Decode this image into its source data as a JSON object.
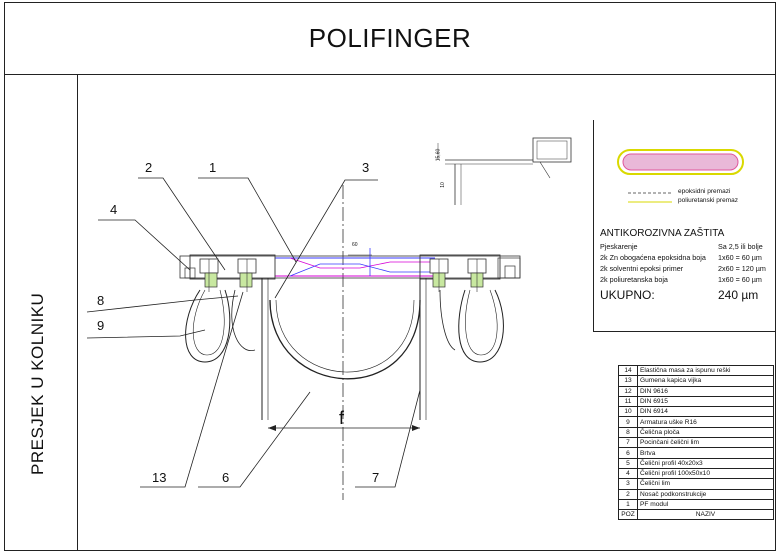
{
  "title": "POLIFINGER",
  "side_label": "PRESJEK U KOLNIKU",
  "callouts": [
    "1",
    "2",
    "3",
    "4",
    "6",
    "7",
    "8",
    "9",
    "13"
  ],
  "span_label": "f",
  "dims": {
    "d60": "60",
    "d10": "10",
    "d1560": "15,60",
    "d10b": "10"
  },
  "legend": {
    "epoxy": "epoksidni premazi",
    "polyurethane": "poliuretanski premaz",
    "colors": {
      "outer": "#d9d900",
      "inner": "#e0569a",
      "section_fill": "#e9b8d8",
      "magenta_line": "#d600d6",
      "blue_line": "#3a3aff"
    }
  },
  "anticorrosion": {
    "title": "ANTIKOROZIVNA ZAŠTITA",
    "rows": [
      {
        "label": "Pjeskarenje",
        "value": "Sa 2,5 ili bolje"
      },
      {
        "label": "2k Zn obogaćena epoksidna boja",
        "value": "1x60 = 60 µm"
      },
      {
        "label": "2k solventni epoksi primer",
        "value": "2x60 = 120 µm"
      },
      {
        "label": "2k poliuretanska boja",
        "value": "1x60 = 60 µm"
      }
    ],
    "total_label": "UKUPNO:",
    "total_value": "240 µm"
  },
  "parts": [
    {
      "poz": "14",
      "name": "Elastična masa za ispunu reški"
    },
    {
      "poz": "13",
      "name": "Gumena kapica vijka"
    },
    {
      "poz": "12",
      "name": "DIN 9616"
    },
    {
      "poz": "11",
      "name": "DIN 6915"
    },
    {
      "poz": "10",
      "name": "DIN 6914"
    },
    {
      "poz": "9",
      "name": "Armatura uške R16"
    },
    {
      "poz": "8",
      "name": "Čelična ploča"
    },
    {
      "poz": "7",
      "name": "Pocinčani čelični lim"
    },
    {
      "poz": "6",
      "name": "Brtva"
    },
    {
      "poz": "5",
      "name": "Čelični profil 40x20x3"
    },
    {
      "poz": "4",
      "name": "Čelični profil 100x50x10"
    },
    {
      "poz": "3",
      "name": "Čelični lim"
    },
    {
      "poz": "2",
      "name": "Nosač podkonstrukcije"
    },
    {
      "poz": "1",
      "name": "PF modul"
    }
  ],
  "parts_header": {
    "poz": "POZ",
    "name": "NAZIV"
  }
}
